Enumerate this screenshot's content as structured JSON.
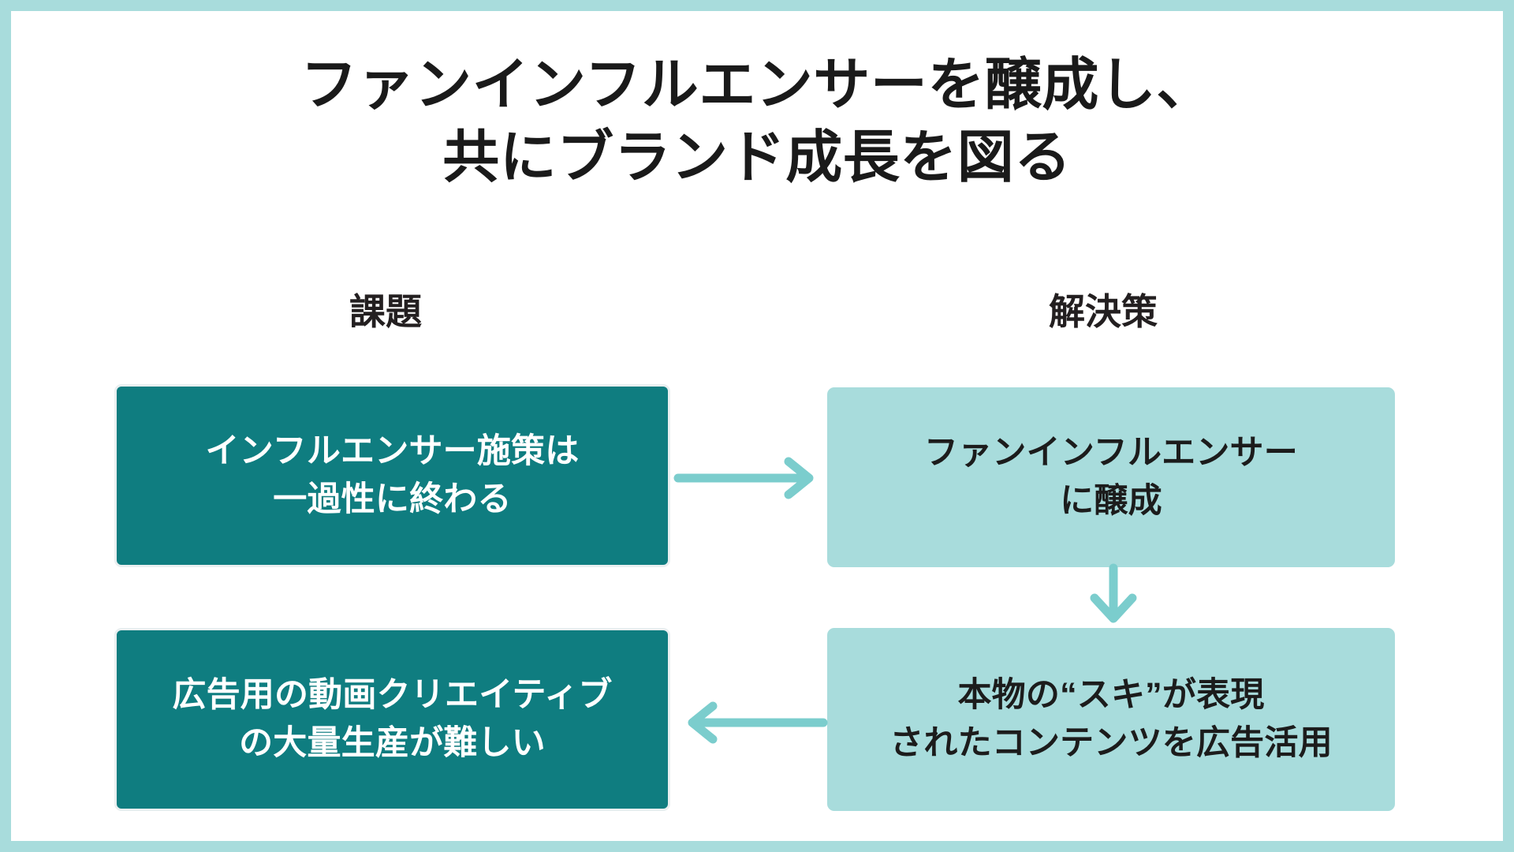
{
  "slide": {
    "border_color": "#a8dcdc",
    "background": "#ffffff",
    "title": {
      "line1": "ファンインフルエンサーを醸成し、",
      "line2": "共にブランド成長を図る",
      "color": "#1a1a1a"
    },
    "columns": {
      "left_header": "課題",
      "right_header": "解決策"
    },
    "colors": {
      "problem_box_fill": "#0f7d80",
      "problem_box_text": "#ffffff",
      "solution_box_fill": "#a8dcdc",
      "solution_box_text": "#1c1c1c",
      "arrow": "#7bcdcd"
    },
    "boxes": {
      "problem_1": {
        "line1": "インフルエンサー施策は",
        "line2": "一過性に終わる"
      },
      "problem_2": {
        "line1": "広告用の動画クリエイティブ",
        "line2": "の大量生産が難しい"
      },
      "solution_1": {
        "line1": "ファンインフルエンサー",
        "line2": "に醸成"
      },
      "solution_2": {
        "line1": "本物の“スキ”が表現",
        "line2": "されたコンテンツを広告活用"
      }
    },
    "arrows": {
      "problem1_to_solution1": "arrow-right-icon",
      "solution1_to_solution2": "arrow-down-icon",
      "solution2_to_problem2": "arrow-left-icon"
    }
  }
}
